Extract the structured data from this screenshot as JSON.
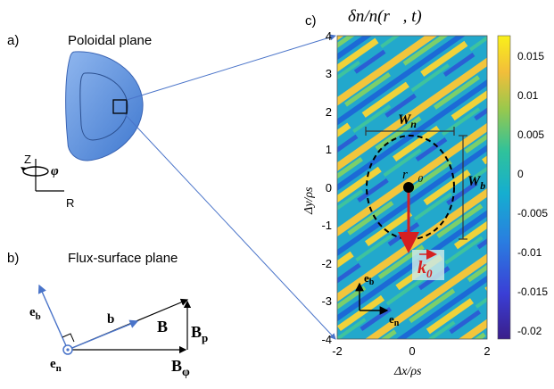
{
  "panel_a": {
    "letter": "a)",
    "title": "Poloidal plane",
    "axis_z": "Z",
    "axis_phi": "φ",
    "axis_r": "R"
  },
  "panel_b": {
    "letter": "b)",
    "title": "Flux-surface plane",
    "eb": "e",
    "eb_sub": "b",
    "b": "b",
    "B": "B",
    "Bp": "B",
    "Bp_sub": "p",
    "Bphi": "B",
    "Bphi_sub": "φ",
    "en": "e",
    "en_sub": "n"
  },
  "panel_c": {
    "letter": "c)",
    "title": "δn/n(r⃗, t)",
    "xlabel": "Δx/ρs",
    "ylabel": "Δy/ρs",
    "x_ticks": [
      "-2",
      "0",
      "2"
    ],
    "y_ticks": [
      "4",
      "3",
      "2",
      "1",
      "0",
      "-1",
      "-2",
      "-3",
      "-4"
    ],
    "colorbar_ticks": [
      "0.015",
      "0.01",
      "0.005",
      "0",
      "-0.005",
      "-0.01",
      "-0.015",
      "-0.02"
    ],
    "Wn": "W",
    "Wn_sub": "n",
    "Wb": "W",
    "Wb_sub": "b",
    "r0": "r⃗",
    "r0_sub": "0",
    "k0": "k",
    "k0_sub": "0",
    "eb": "e",
    "eb_sub": "b",
    "en": "e",
    "en_sub": "n"
  },
  "colors": {
    "plasma": "#5b8fd9",
    "arrow_red": "#d62020",
    "connector": "#4a74c9",
    "colorbar_top": "#f9f01a",
    "colorbar_bottom": "#3a1e8a"
  }
}
